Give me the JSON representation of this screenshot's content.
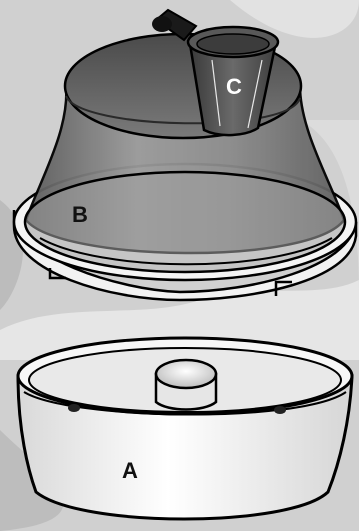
{
  "labels": {
    "base": "A",
    "dome": "B",
    "cup": "C"
  },
  "colors": {
    "background": "#cfcfcf",
    "background_light": "#e4e4e4",
    "outline": "#000000",
    "dome_fill": "#8c8c8c",
    "lid_top": "#6e6e6e",
    "base_fill": "#f0f0f0",
    "label_dark": "#111111",
    "label_light": "#ffffff"
  }
}
